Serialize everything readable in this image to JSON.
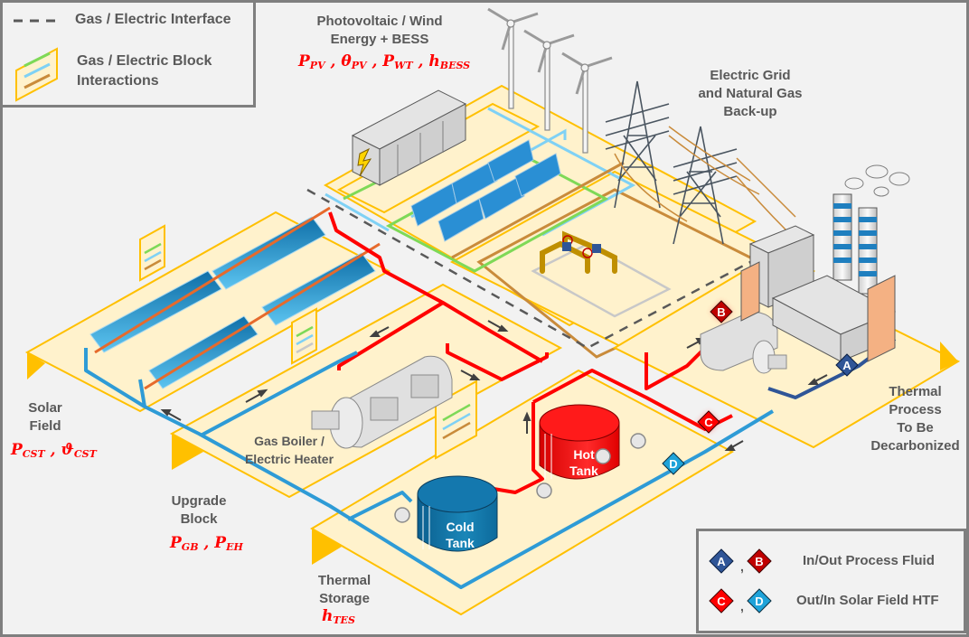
{
  "legend_top_left": {
    "interface_label": "Gas / Electric Interface",
    "block_label": "Gas / Electric Block Interactions",
    "interface_icon": "dashed-line",
    "block_icon": "interaction-panel-arrows"
  },
  "blocks": {
    "pv_wind": {
      "title_line1": "Photovoltaic / Wind",
      "title_line2": "Energy + BESS",
      "vars": [
        {
          "sym": "P",
          "sub": "PV"
        },
        {
          "sym": "θ",
          "sub": "PV"
        },
        {
          "sym": "P",
          "sub": "WT"
        },
        {
          "sym": "h",
          "sub": "BESS"
        }
      ]
    },
    "grid": {
      "title_line1": "Electric Grid",
      "title_line2": "and Natural Gas",
      "title_line3": "Back-up"
    },
    "solar_field": {
      "title_line1": "Solar",
      "title_line2": "Field",
      "vars": [
        {
          "sym": "P",
          "sub": "CST"
        },
        {
          "sym": "ϑ",
          "sub": "CST"
        }
      ]
    },
    "upgrade": {
      "title_line1": "Upgrade",
      "title_line2": "Block",
      "equipment_line1": "Gas Boiler /",
      "equipment_line2": "Electric Heater",
      "vars": [
        {
          "sym": "P",
          "sub": "GB"
        },
        {
          "sym": "P",
          "sub": "EH"
        }
      ]
    },
    "storage": {
      "title_line1": "Thermal",
      "title_line2": "Storage",
      "hot_tank_line1": "Hot",
      "hot_tank_line2": "Tank",
      "cold_tank_line1": "Cold",
      "cold_tank_line2": "Tank",
      "vars": [
        {
          "sym": "h",
          "sub": "TES"
        }
      ]
    },
    "process": {
      "title_line1": "Thermal",
      "title_line2": "Process",
      "title_line3": "To Be",
      "title_line4": "Decarbonized"
    }
  },
  "markers": {
    "A": "A",
    "B": "B",
    "C": "C",
    "D": "D"
  },
  "legend_bottom_right": {
    "row1_label": "In/Out Process Fluid",
    "row2_label": "Out/In Solar Field HTF",
    "sep": ","
  },
  "colors": {
    "block_fill": "#fff2cc",
    "block_border": "#ffc000",
    "hot_pipe": "#ff0000",
    "cold_pipe": "#2e9bd6",
    "process_pipe": "#2f5597",
    "marker_red_dark": "#c00000",
    "marker_blue_dark": "#2f5597",
    "marker_cyan": "#1fa3d9",
    "electric_green": "#7ed957",
    "electric_blue": "#7fd1f5",
    "gas_brown": "#c98b3b",
    "text_gray": "#595959",
    "var_red": "#ff0000"
  }
}
